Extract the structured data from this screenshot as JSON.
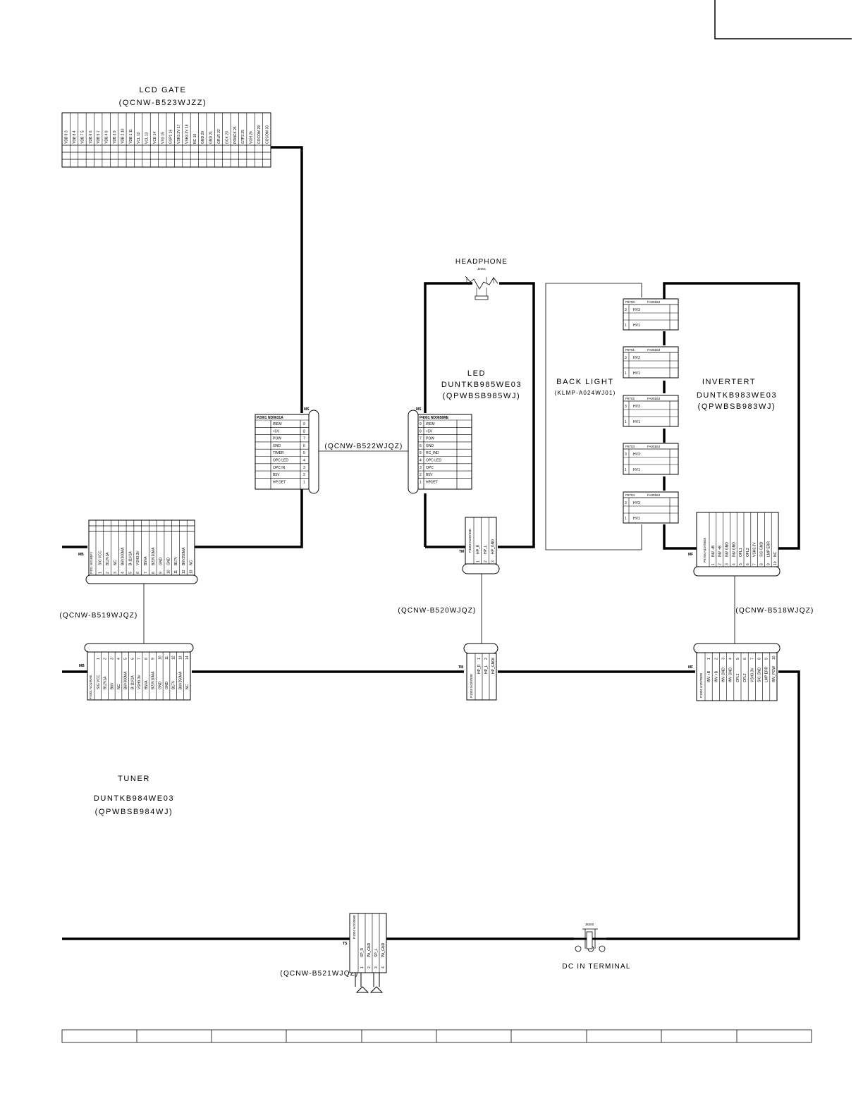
{
  "boards": {
    "lcd_gate": {
      "name": "LCD GATE",
      "code": "(QCNW-B523WJZZ)"
    },
    "led": {
      "name": "LED",
      "unit": "DUNTKB985WE03",
      "code": "(QPWBSB985WJ)"
    },
    "back_light": {
      "name": "BACK LIGHT",
      "code": "(KLMP-A024WJ01)"
    },
    "inverter": {
      "name": "INVERTERT",
      "unit": "DUNTKB983WE03",
      "code": "(QPWBSB983WJ)"
    },
    "tuner": {
      "name": "TUNER",
      "unit": "DUNTKB984WE03",
      "code": "(QPWBSB984WJ)"
    }
  },
  "components": {
    "headphone": {
      "name": "HEADPHONE",
      "ref": "J4001"
    },
    "dc_in": {
      "name": "DC IN TERMINAL",
      "ref": "J8200"
    }
  },
  "cables": {
    "lcd_led": "(QCNW-B522WJQZ)",
    "tuner_lcd": "(QCNW-B519WJQZ)",
    "tuner_led": "(QCNW-B520WJQZ)",
    "tuner_inv": "(QCNW-B518WJQZ)",
    "speaker": "(QCNW-B521WJQZ)"
  },
  "connectors": {
    "lcd_gate": {
      "pins": [
        "YDB 9",
        "YDB 8",
        "YDB 7",
        "YDB 6",
        "YDB 5",
        "YDB 4",
        "YDB 3",
        "YDB 2",
        "YDB 1",
        "VCL",
        "VCL",
        "VCE",
        "VXS",
        "GSP1",
        "VSH3.3V",
        "VSH3.3V",
        "NC",
        "GND",
        "GND",
        "GRLR",
        "GCK",
        "PONCK",
        "GTP2",
        "VGH",
        "COCOM",
        "COCOM"
      ],
      "numbers": [
        "3",
        "4",
        "5",
        "6",
        "7",
        "8",
        "9",
        "10",
        "11",
        "12",
        "13",
        "14",
        "15",
        "16",
        "17",
        "18",
        "19",
        "20",
        "21",
        "22",
        "23",
        "24",
        "25",
        "26",
        "29",
        "30"
      ]
    },
    "p2001": {
      "title": "P2001 ND0631A",
      "tag": "MS",
      "rows": [
        {
          "label": "IREM",
          "num": "9"
        },
        {
          "label": "+5V",
          "num": "8"
        },
        {
          "label": "POW",
          "num": "7"
        },
        {
          "label": "GND",
          "num": "6"
        },
        {
          "label": "TIMER",
          "num": "5"
        },
        {
          "label": "OPC LED",
          "num": "4"
        },
        {
          "label": "OPC IN",
          "num": "3"
        },
        {
          "label": "B5V",
          "num": "2"
        },
        {
          "label": "HP DET",
          "num": "1"
        }
      ]
    },
    "p4001": {
      "title": "P4001 ND0658RE",
      "tag": "MS",
      "rows": [
        {
          "num": "9",
          "label": "IREM"
        },
        {
          "num": "8",
          "label": "+5V"
        },
        {
          "num": "7",
          "label": "POW"
        },
        {
          "num": "6",
          "label": "GND"
        },
        {
          "num": "5",
          "label": "RC_IND"
        },
        {
          "num": "4",
          "label": "OPC LED"
        },
        {
          "num": "3",
          "label": "OPC"
        },
        {
          "num": "2",
          "label": "B5V"
        },
        {
          "num": "1",
          "label": "HPDET"
        }
      ]
    },
    "p701": {
      "title": "P701 NO185FJ",
      "tag": "MB",
      "pins": [
        "SIG VCC",
        "B12V1A",
        "NC",
        "B6V300MA",
        "B-11V1A",
        "VSH3.3V",
        "B5VA",
        "B23V10MA",
        "GND",
        "GND",
        "B17V",
        "B6V250MA",
        "NC"
      ],
      "numbers": [
        "1",
        "2",
        "3",
        "4",
        "5",
        "6",
        "7",
        "8",
        "9",
        "10",
        "11",
        "12",
        "13"
      ]
    },
    "p1001": {
      "title": "P1001 NO185AE",
      "tag": "MB",
      "pins": [
        "SIG VCC",
        "B12V1A",
        "B6V",
        "NC",
        "B6V300MA",
        "B-11V1A",
        "VSH3.3V",
        "B5VA",
        "B23V10MA",
        "GND",
        "GND",
        "B17V",
        "B6V250MA",
        "NC"
      ],
      "numbers": [
        "1",
        "2",
        "3",
        "4",
        "5",
        "6",
        "7",
        "8",
        "9",
        "10",
        "11",
        "12",
        "13",
        "14"
      ]
    },
    "p4002": {
      "title": "P4002 ND0758E",
      "tag": "TM",
      "pins": [
        "HP_R",
        "HP_L",
        "HP_GND"
      ],
      "numbers": [
        "1",
        "2",
        "3"
      ]
    },
    "p1003": {
      "title": "P1003 NO0758E",
      "tag": "TM",
      "pins": [
        "HP_R",
        "HP_L",
        "HP_GND"
      ],
      "numbers": [
        "1",
        "2",
        "3"
      ]
    },
    "p8705": {
      "title": "P8705 N1070828",
      "tag": "MF",
      "pins": [
        "INV +B",
        "INV +B",
        "INV GND",
        "INV GND",
        "OFL1",
        "OFL2",
        "VSH3.3V",
        "SIG GND",
        "LMP ERR",
        "NC"
      ],
      "numbers": [
        "1",
        "2",
        "3",
        "4",
        "5",
        "6",
        "7",
        "8",
        "9",
        "10"
      ]
    },
    "p1001b": {
      "title": "P1001 N1070828",
      "tag": "MF",
      "pins": [
        "INV +B",
        "INV +B",
        "INV GND",
        "INV GND",
        "OFL1",
        "OFL2",
        "VSH3.3V",
        "SIG GND",
        "LMP ERR",
        "INV_POW"
      ],
      "numbers": [
        "1",
        "2",
        "3",
        "4",
        "5",
        "6",
        "7",
        "8",
        "9",
        "10"
      ]
    },
    "p1002": {
      "title": "P1002 NO1008E",
      "tag": "TS",
      "pins": [
        "SP_R",
        "PA_GND",
        "SP_L",
        "PA_GND"
      ],
      "numbers": [
        "1",
        "2",
        "3",
        "4"
      ]
    },
    "inverter_hv": [
      {
        "title": "P8700",
        "part": "FA001BJ",
        "hv3": "HV3",
        "hv1": "HV1",
        "n3": "3",
        "n1": "1"
      },
      {
        "title": "P8701",
        "part": "FA001BJ",
        "hv3": "HV3",
        "hv1": "HV1",
        "n3": "3",
        "n1": "1"
      },
      {
        "title": "P8702",
        "part": "FA001BJ",
        "hv3": "HV3",
        "hv1": "HV1",
        "n3": "3",
        "n1": "1"
      },
      {
        "title": "P8703",
        "part": "FA001BJ",
        "hv3": "HV3",
        "hv1": "HV1",
        "n3": "3",
        "n1": "1"
      },
      {
        "title": "P8704",
        "part": "FA001BJ",
        "hv3": "HV3",
        "hv1": "HV1",
        "n3": "3",
        "n1": "1"
      }
    ]
  }
}
